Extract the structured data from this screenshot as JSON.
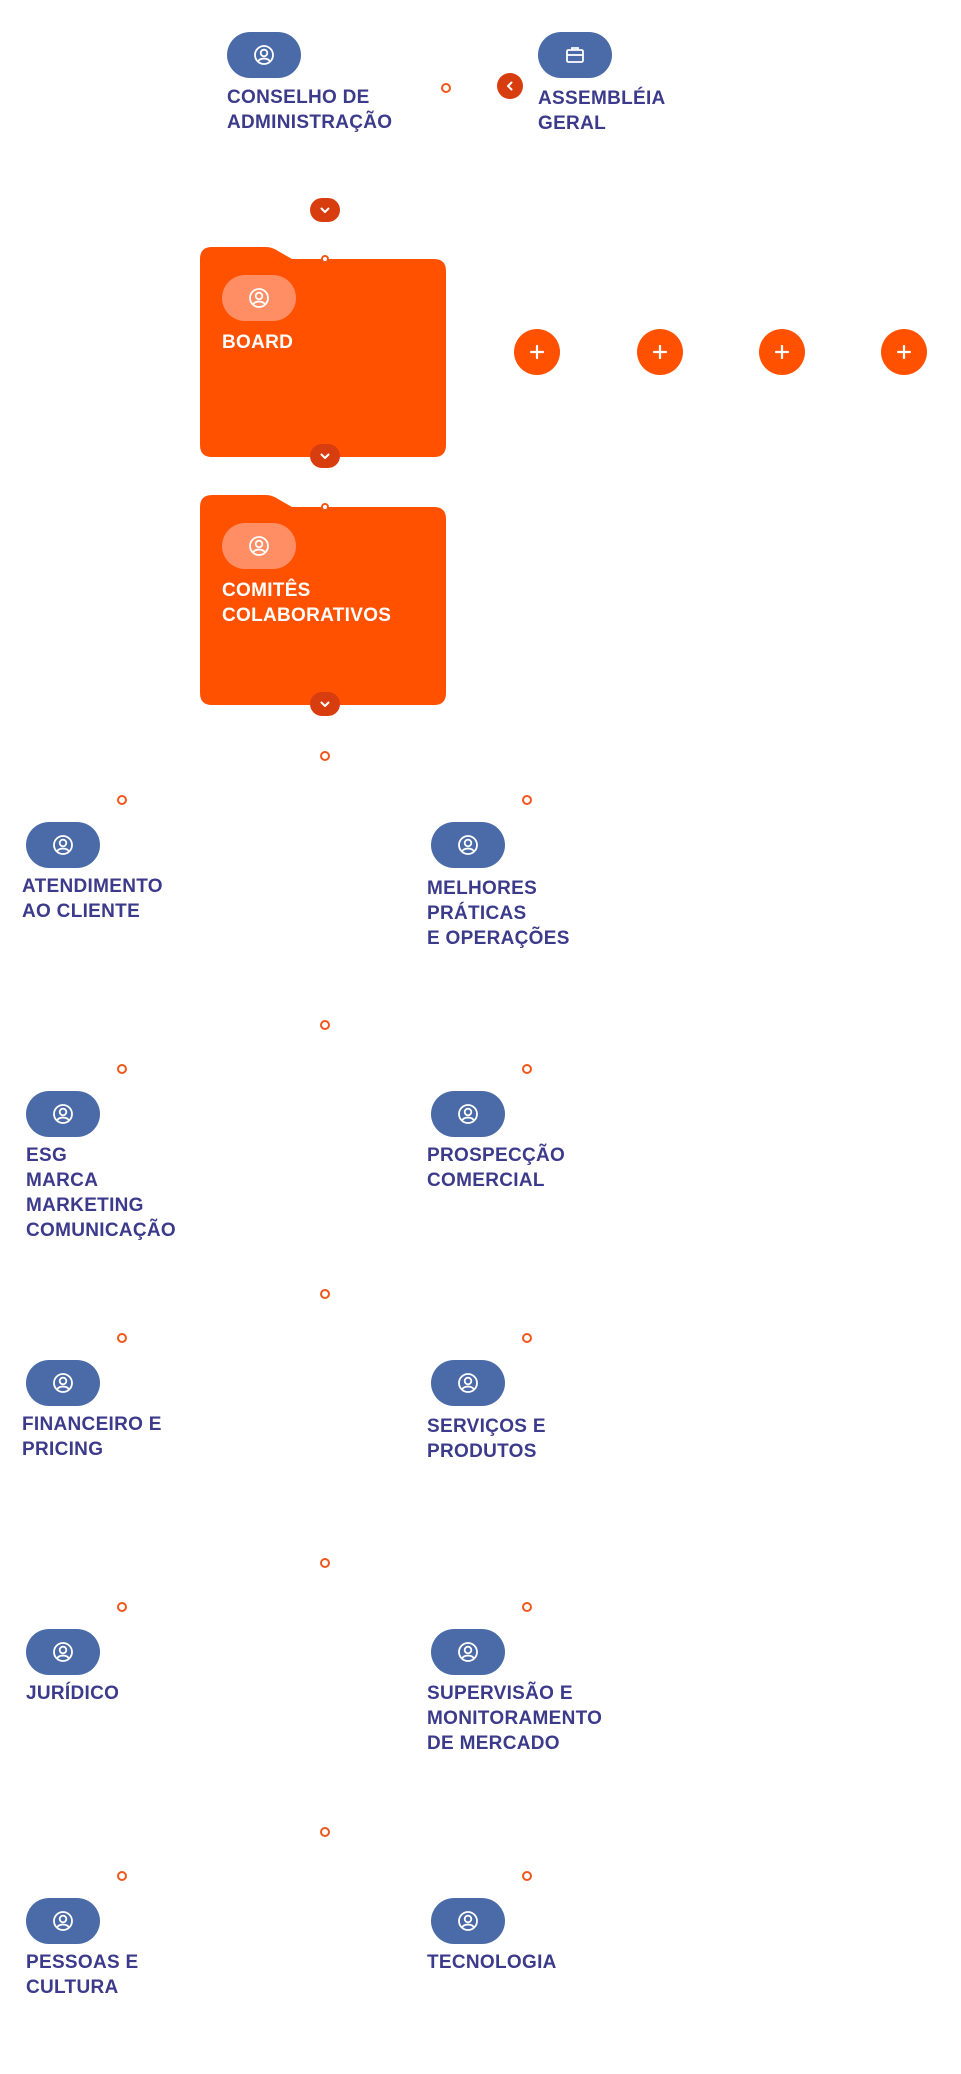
{
  "colors": {
    "accent": "#ff5100",
    "pill": "#4a6ba7",
    "pill_light": "#ff8e64",
    "label": "#3c3a8a",
    "chevron": "#d83d0f",
    "connector_dot": "#f0571c"
  },
  "top": {
    "conselho": {
      "label": "CONSELHO DE\nADMINISTRAÇÃO",
      "icon": "user-icon"
    },
    "assembleia": {
      "label": "ASSEMBLÉIA\nGERAL",
      "icon": "briefcase-icon"
    }
  },
  "folders": {
    "board": {
      "label": "BOARD",
      "icon": "user-icon"
    },
    "comites": {
      "label": "COMITÊS\nCOLABORATIVOS",
      "icon": "user-icon"
    }
  },
  "plus_buttons": [
    "plus-icon",
    "plus-icon",
    "plus-icon",
    "plus-icon"
  ],
  "committees": {
    "atendimento": "ATENDIMENTO\nAO CLIENTE",
    "melhores_praticas": "MELHORES\nPRÁTICAS\nE OPERAÇÕES",
    "esg": "ESG\nMARCA\nMARKETING\nCOMUNICAÇÃO",
    "prospeccao": "PROSPECÇÃO\nCOMERCIAL",
    "financeiro": "FINANCEIRO E\nPRICING",
    "servicos": "SERVIÇOS E\nPRODUTOS",
    "juridico": "JURÍDICO",
    "supervisao": "SUPERVISÃO E\nMONITORAMENTO\nDE MERCADO",
    "pessoas": "PESSOAS E\nCULTURA",
    "tecnologia": "TECNOLOGIA"
  }
}
